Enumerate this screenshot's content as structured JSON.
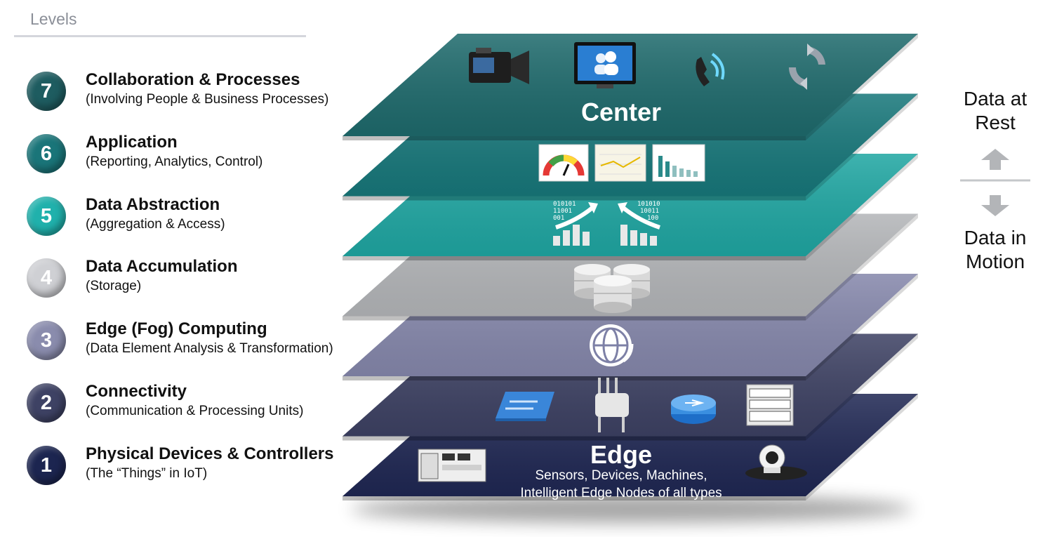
{
  "header": {
    "title": "Levels"
  },
  "levels": [
    {
      "number": "7",
      "title": "Collaboration & Processes",
      "subtitle": "(Involving People & Business Processes)",
      "color": "#1e5c60"
    },
    {
      "number": "6",
      "title": "Application",
      "subtitle": "(Reporting, Analytics, Control)",
      "color": "#1a7579"
    },
    {
      "number": "5",
      "title": "Data Abstraction",
      "subtitle": "(Aggregation & Access)",
      "color": "#20b1ac"
    },
    {
      "number": "4",
      "title": "Data Accumulation",
      "subtitle": "(Storage)",
      "color": "#cfd0d4"
    },
    {
      "number": "3",
      "title": "Edge (Fog) Computing",
      "subtitle": "(Data Element Analysis & Transformation)",
      "color": "#8a8cad"
    },
    {
      "number": "2",
      "title": "Connectivity",
      "subtitle": "(Communication & Processing Units)",
      "color": "#3e4264"
    },
    {
      "number": "1",
      "title": "Physical Devices & Controllers",
      "subtitle": "(The “Things” in IoT)",
      "color": "#1c2550"
    }
  ],
  "stack": {
    "center_label": "Center",
    "edge_label": "Edge",
    "edge_sub1": "Sensors, Devices, Machines,",
    "edge_sub2": "Intelligent Edge Nodes of all types",
    "layer_colors": [
      "#1e6a6c",
      "#17777a",
      "#1fa6a2",
      "#b3b5b8",
      "#8587ab",
      "#3d4163",
      "#1f2753"
    ],
    "icons": {
      "layer7": [
        "video-camera-icon",
        "monitor-users-icon",
        "phone-icon",
        "sync-icon"
      ],
      "layer6": [
        "gauge-icon",
        "chart-report-icon",
        "bar-report-icon"
      ],
      "layer5": [
        "data-up-icon",
        "data-down-icon"
      ],
      "layer4": [
        "database-icon"
      ],
      "layer3": [
        "globe-refresh-icon"
      ],
      "layer2": [
        "switch-icon",
        "access-point-icon",
        "router-icon",
        "server-rack-icon"
      ],
      "layer1": [
        "controller-device-icon",
        "camera-device-icon"
      ]
    },
    "data_bits": {
      "left": [
        "010101",
        "11001",
        "001"
      ],
      "right": [
        "101010",
        "10011",
        "100"
      ]
    }
  },
  "side": {
    "rest_line1": "Data at",
    "rest_line2": "Rest",
    "motion_line1": "Data in",
    "motion_line2": "Motion",
    "arrow_color": "#b3b5b8"
  }
}
